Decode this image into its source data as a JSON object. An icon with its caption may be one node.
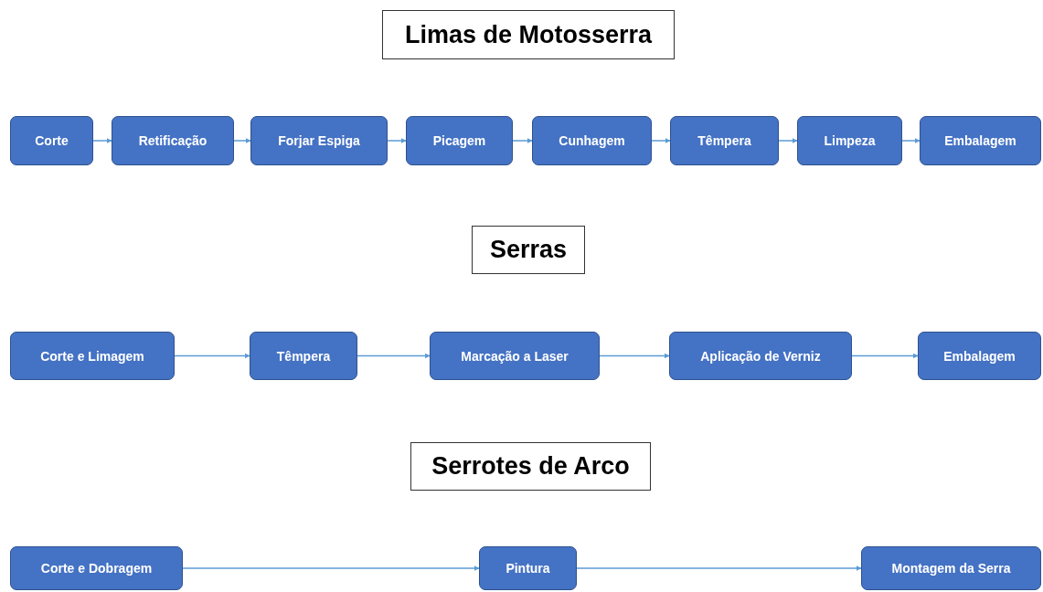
{
  "diagram": {
    "nodes": [
      {
        "text": [
          "Limas de Motosserra"
        ]
      },
      {
        "text": [
          "Corte"
        ]
      },
      {
        "text": [
          "Retificação"
        ]
      },
      {
        "text": [
          "Forjar Espiga"
        ]
      },
      {
        "text": [
          "Picagem"
        ]
      },
      {
        "text": [
          "Cunhagem"
        ]
      },
      {
        "text": [
          "Têmpera"
        ]
      },
      {
        "text": [
          "Limpeza"
        ]
      },
      {
        "text": [
          "Embalagem"
        ]
      },
      {
        "text": [
          "Serras"
        ]
      },
      {
        "text": [
          "Corte e Limagem"
        ]
      },
      {
        "text": [
          "Têmpera"
        ]
      },
      {
        "text": [
          "Marcação a Laser"
        ]
      },
      {
        "text": [
          "Aplicação de Verniz"
        ]
      },
      {
        "text": [
          "Embalagem"
        ]
      },
      {
        "text": [
          "Serrotes de Arco"
        ]
      },
      {
        "text": [
          "Corte e Dobragem"
        ]
      },
      {
        "text": [
          "Pintura"
        ]
      },
      {
        "text": [
          "Montagem da Serra"
        ]
      }
    ],
    "edges": [
      {
        "from": 1,
        "to": 2,
        "arrow": "to"
      },
      {
        "from": 2,
        "to": 3,
        "arrow": "to"
      },
      {
        "from": 3,
        "to": 4,
        "arrow": "to"
      },
      {
        "from": 4,
        "to": 5,
        "arrow": "to"
      },
      {
        "from": 5,
        "to": 6,
        "arrow": "to"
      },
      {
        "from": 6,
        "to": 7,
        "arrow": "to"
      },
      {
        "from": 7,
        "to": 8,
        "arrow": "to"
      },
      {
        "from": 10,
        "to": 11,
        "arrow": "to"
      },
      {
        "from": 11,
        "to": 12,
        "arrow": "to"
      },
      {
        "from": 12,
        "to": 13,
        "arrow": "to"
      },
      {
        "from": 13,
        "to": 14,
        "arrow": "to"
      },
      {
        "from": 16,
        "to": 17,
        "arrow": "to"
      },
      {
        "from": 17,
        "to": 18,
        "arrow": "to"
      }
    ]
  }
}
